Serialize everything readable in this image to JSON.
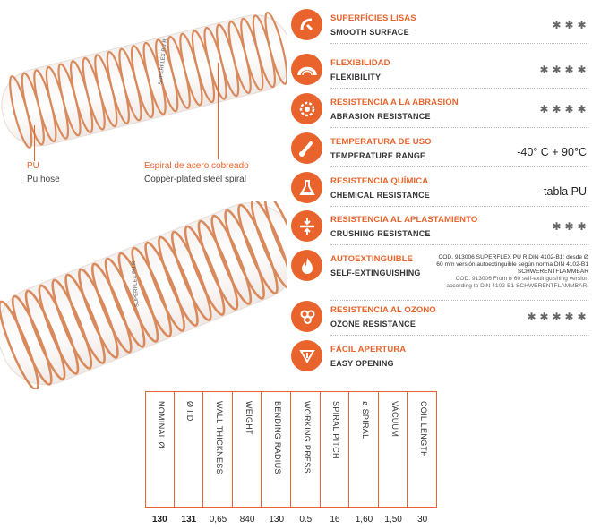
{
  "callouts": {
    "pu_es": "PU",
    "pu_en": "Pu hose",
    "spiral_es": "Espiral de acero cobreado",
    "spiral_en": "Copper-plated steel spiral"
  },
  "properties": [
    {
      "es": "SUPERFÍCIES LISAS",
      "en": "SMOOTH SURFACE",
      "icon": "smooth-surface-icon",
      "stars": 3
    },
    {
      "es": "FLEXIBILIDAD",
      "en": "FLEXIBILITY",
      "icon": "flexibility-icon",
      "stars": 4
    },
    {
      "es": "RESISTENCIA A LA ABRASIÓN",
      "en": "ABRASION RESISTANCE",
      "icon": "abrasion-icon",
      "stars": 4
    },
    {
      "es": "TEMPERATURA DE USO",
      "en": "TEMPERATURE RANGE",
      "icon": "thermometer-icon",
      "value": "-40° C + 90°C"
    },
    {
      "es": "RESISTENCIA QUÍMICA",
      "en": "CHEMICAL RESISTANCE",
      "icon": "flask-icon",
      "value": "tabla PU"
    },
    {
      "es": "RESISTENCIA AL APLASTAMIENTO",
      "en": "CRUSHING RESISTANCE",
      "icon": "crushing-icon",
      "stars": 3
    },
    {
      "es": "AUTOEXTINGUIBLE",
      "en": "SELF-EXTINGUISHING",
      "icon": "flame-icon",
      "note_es": "COD. 913006 SUPERFLEX PU R DIN 4102-B1: desde Ø 60 mm versión autoextinguible según norma DIN 4102-B1 SCHWERENTFLAMMBAR",
      "note_en": "COD. 913006 From ø 60 self-extinguishing version according to DIN 4102-B1 SCHWERENTFLAMMBAR."
    },
    {
      "es": "RESISTENCIA AL OZONO",
      "en": "OZONE RESISTANCE",
      "icon": "ozone-icon",
      "stars": 5
    },
    {
      "es": "FÁCIL APERTURA",
      "en": "EASY OPENING",
      "icon": "easy-opening-icon"
    }
  ],
  "table": {
    "headers": [
      "NOMINAL Ø",
      "Ø I.D.",
      "WALL THICKNESS",
      "WEIGHT",
      "BENDING RADIUS",
      "WORKING PRESS.",
      "SPIRAL PITCH",
      "ø SPIRAL",
      "VACUUM",
      "COIL LENGTH"
    ],
    "values": [
      "130",
      "131",
      "0,65",
      "840",
      "130",
      "0.5",
      "16",
      "1,60",
      "1,50",
      "30"
    ]
  },
  "colors": {
    "accent": "#e8642c",
    "text": "#333333"
  }
}
